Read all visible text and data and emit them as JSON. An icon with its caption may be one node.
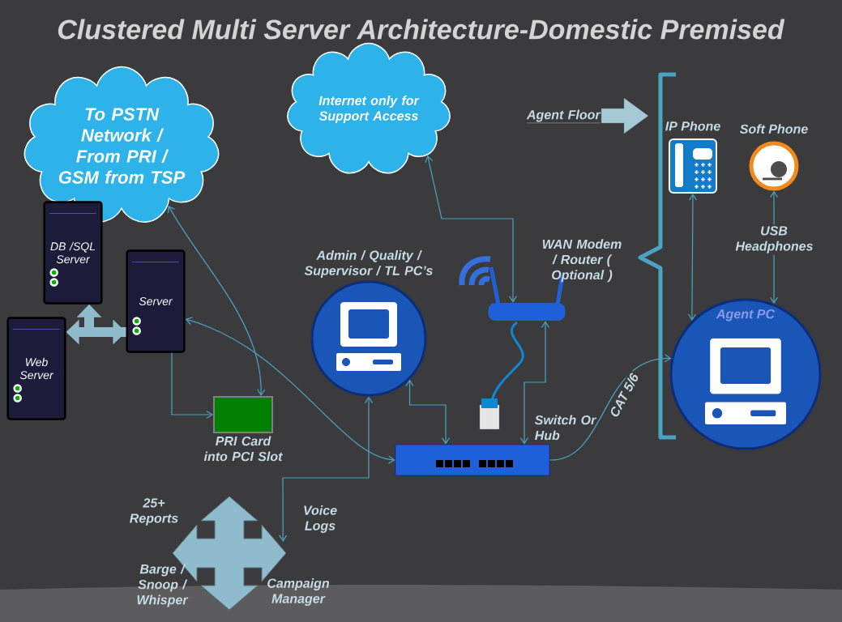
{
  "diagram": {
    "title": "Clustered Multi Server Architecture-Domestic Premised",
    "nodes": [
      {
        "text": [
          "To PSTN Network / From PRI / GSM from TSP"
        ]
      },
      {
        "text": [
          "Internet only for Support Access"
        ]
      },
      {
        "text": [
          "DB /SQL Server"
        ]
      },
      {
        "text": [
          "Server"
        ]
      },
      {
        "text": [
          "Web Server"
        ]
      },
      {
        "text": [
          "PRI Card into PCI Slot"
        ]
      },
      {
        "text": [
          "Admin / Quality / Supervisor / TL PC’s"
        ]
      },
      {
        "text": [
          "WAN Modem / Router ( Optional )"
        ]
      },
      {
        "text": [
          "Switch Or Hub"
        ]
      },
      {
        "text": [
          "Agent PC"
        ]
      },
      {
        "text": [
          "IP Phone"
        ]
      },
      {
        "text": [
          "Soft Phone"
        ]
      },
      {
        "text": [],
        "shape": "cross"
      }
    ],
    "edges": [
      {
        "from": 4,
        "to": 3,
        "arrow": "both",
        "style": "thick",
        "color": "#8fbccc"
      },
      {
        "from": 3,
        "to": 2,
        "arrow": "to",
        "style": "thick",
        "color": "#8fbccc"
      },
      {
        "from": 3,
        "to": 5,
        "arrow": "to"
      },
      {
        "from": 5,
        "to": 0,
        "arrow": "both"
      },
      {
        "from": 8,
        "to": 3,
        "arrow": "both"
      },
      {
        "from": 6,
        "to": 8,
        "arrow": "both"
      },
      {
        "from": 6,
        "to": 12,
        "arrow": "both"
      },
      {
        "from": 7,
        "to": 1,
        "arrow": "both"
      },
      {
        "from": 7,
        "to": 8,
        "arrow": "both"
      },
      {
        "from": 8,
        "to": 9,
        "arrow": "to",
        "label": "CAT 5/6"
      },
      {
        "from": 10,
        "to": 9,
        "arrow": "both"
      },
      {
        "from": 11,
        "to": 9,
        "arrow": "both",
        "label": "USB Headphones"
      }
    ],
    "labels": [
      "Agent Floor",
      "25+ Reports",
      "Voice Logs",
      "Barge / Snoop / Whisper",
      "Campaign Manager"
    ]
  }
}
